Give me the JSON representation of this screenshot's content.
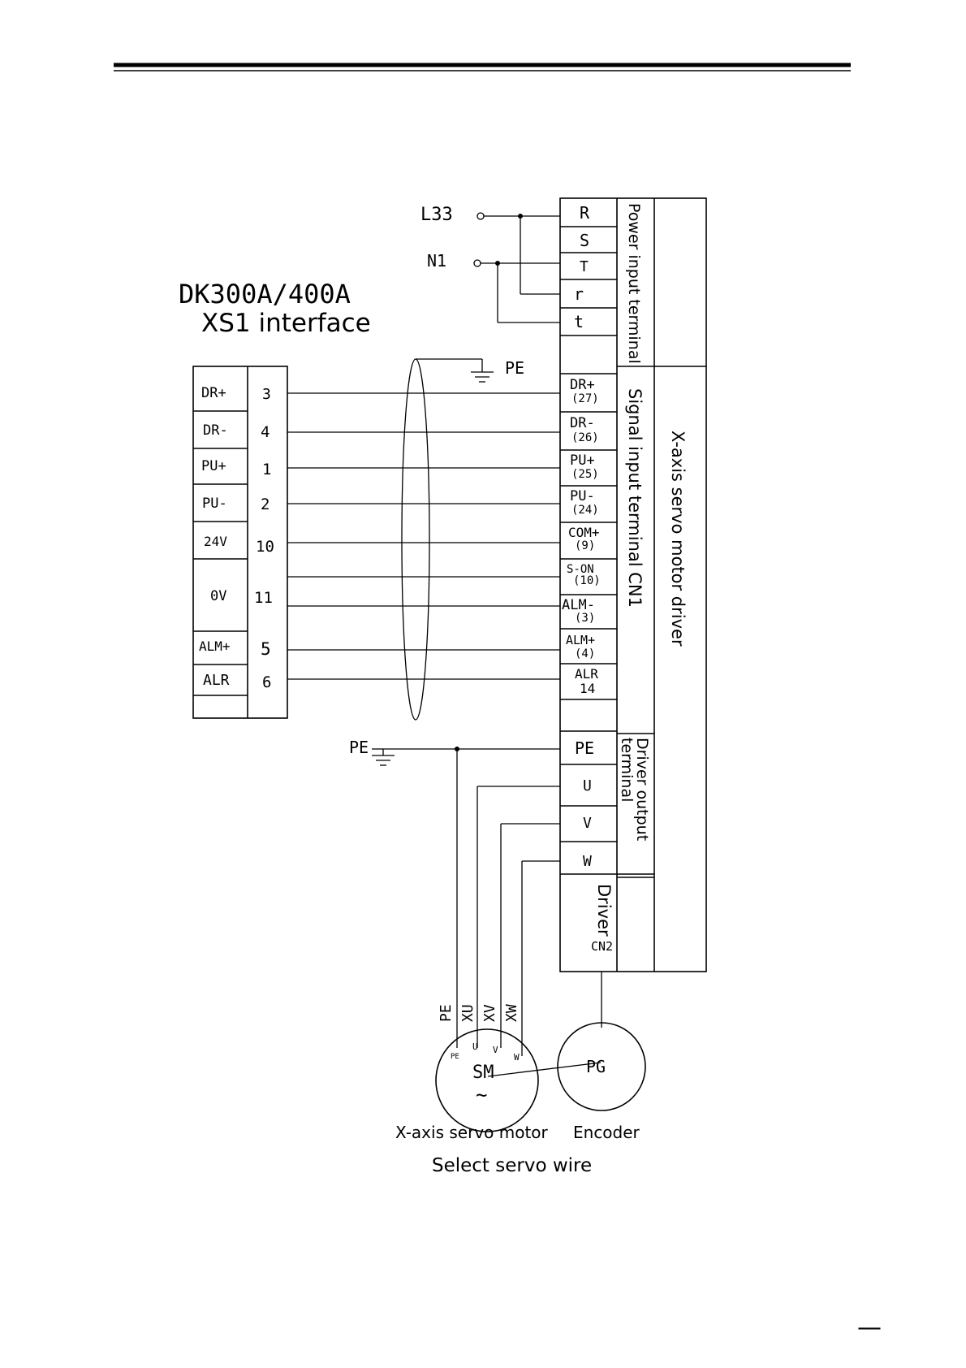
{
  "page": {
    "page_mark": "—"
  },
  "diagram": {
    "title_line1": "DK300A/400A",
    "title_line2": "XS1 interface",
    "supply": {
      "l33": "L33",
      "n1": "N1"
    },
    "pe_labels": {
      "shield_pe": "PE",
      "driver_pe": "PE"
    },
    "left_connector": [
      {
        "name": "DR+",
        "pin": "3"
      },
      {
        "name": "DR-",
        "pin": "4"
      },
      {
        "name": "PU+",
        "pin": "1"
      },
      {
        "name": "PU-",
        "pin": "2"
      },
      {
        "name": "24V",
        "pin": "10"
      },
      {
        "name": "0V",
        "pin": "11"
      },
      {
        "name": "ALM+",
        "pin": "5"
      },
      {
        "name": "ALR",
        "pin": "6"
      }
    ],
    "driver_power_terminals": [
      "R",
      "S",
      "T",
      "r",
      "t"
    ],
    "driver_signal_terminals": [
      {
        "name": "DR+",
        "pin": "(27)"
      },
      {
        "name": "DR-",
        "pin": "(26)"
      },
      {
        "name": "PU+",
        "pin": "(25)"
      },
      {
        "name": "PU-",
        "pin": "(24)"
      },
      {
        "name": "COM+",
        "pin": "(9)"
      },
      {
        "name": "S-ON",
        "pin": "(10)"
      },
      {
        "name": "ALM-",
        "pin": "(3)"
      },
      {
        "name": "ALM+",
        "pin": "(4)"
      },
      {
        "name": "ALR",
        "pin": "14"
      }
    ],
    "driver_output_terminals": [
      "PE",
      "U",
      "V",
      "W"
    ],
    "section_labels": {
      "power_input": "Power input terminal",
      "signal_input": "Signal input terminal  CN1",
      "driver_output_1": "Driver output",
      "driver_output_2": "terminal",
      "driver_cn2_1": "Driver",
      "driver_cn2_2": "CN2",
      "servo_driver": "X-axis servo motor driver"
    },
    "wire_labels": [
      "PE",
      "XU",
      "XV",
      "XW"
    ],
    "motor": {
      "label": "SM",
      "ac_symbol": "~",
      "terminal_labels": [
        "PE",
        "U",
        "V",
        "W"
      ],
      "caption": "X-axis servo motor"
    },
    "encoder": {
      "label": "PG",
      "caption": "Encoder"
    },
    "caption": "Select servo wire"
  }
}
